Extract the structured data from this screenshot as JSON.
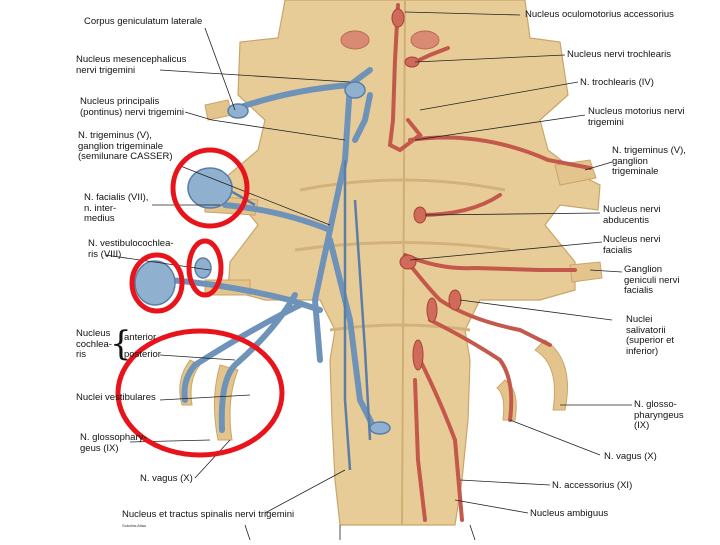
{
  "labels_left": [
    "Corpus geniculatum laterale",
    "Nucleus mesencephalicus\nnervi trigemini",
    "Nucleus principalis\n(pontinus) nervi trigemini",
    "N. trigeminus (V),\nganglion trigeminale\n(semilunare CASSER)",
    "N. facialis (VII),\nn. inter-\nmedius",
    "N. vestibulocochlea-\nris (VIII)",
    "Nucleus\ncochlea-\nris",
    "Nuclei vestibulares",
    "N. glossophary-\ngeus (IX)",
    "N. vagus (X)",
    "Nucleus et tractus spinalis nervi trigemini"
  ],
  "cochlear_branches": [
    "anterior",
    "posterior"
  ],
  "labels_right": [
    "Nucleus oculomotorius accessorius",
    "Nucleus nervi trochlearis",
    "N. trochlearis (IV)",
    "Nucleus motorius nervi\ntrigemini",
    "N. trigeminus (V),\nganglion\ntrigeminale",
    "Nucleus nervi\nabducentis",
    "Nucleus nervi\nfacialis",
    "Ganglion\ngeniculi nervi\nfacialis",
    "Nuclei\nsalivatorii\n(superior et\ninferior)",
    "N. glosso-\npharyngeus\n(IX)",
    "N. vagus (X)",
    "N. accessorius (XI)",
    "Nucleus ambiguus"
  ],
  "footer_credit": "Sobotta-Atlas",
  "colors": {
    "background": "#ffffff",
    "tissue": "#e8cc98",
    "tissue_shade": "#d2b27a",
    "sensory_nerve": "#6f93b8",
    "motor_nerve": "#c4584a",
    "highlight_circle": "#e8141c"
  }
}
